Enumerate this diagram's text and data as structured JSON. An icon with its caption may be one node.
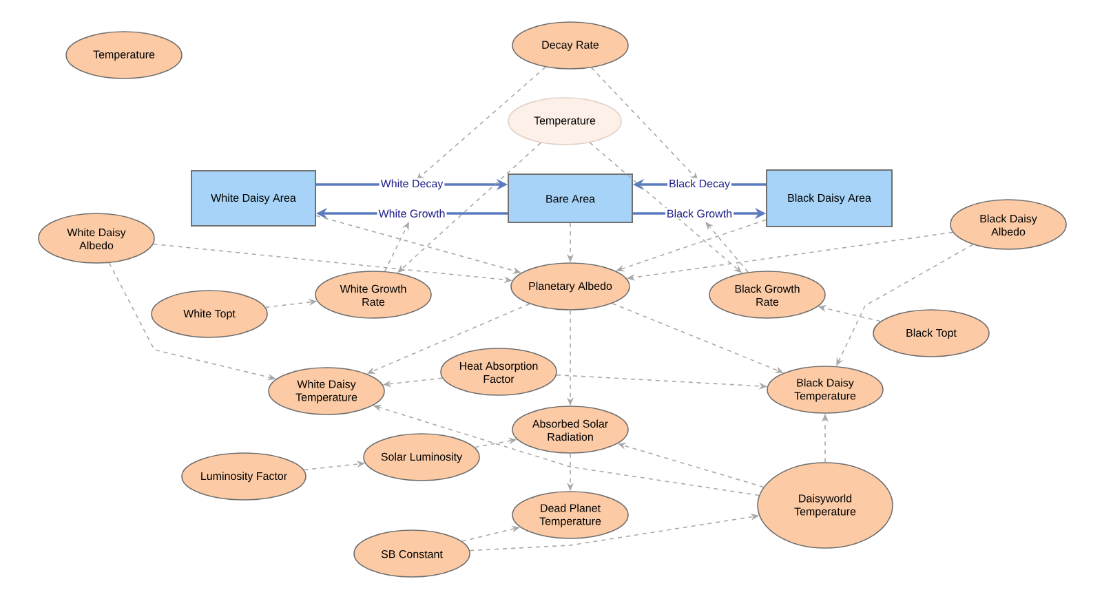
{
  "diagram": {
    "nodes": [
      {
        "text": [
          "Temperature"
        ]
      },
      {
        "text": [
          "Decay Rate"
        ]
      },
      {
        "text": [
          "Temperature"
        ]
      },
      {
        "text": [
          "White Daisy Area"
        ]
      },
      {
        "text": [
          "Bare Area"
        ]
      },
      {
        "text": [
          "Black Daisy Area"
        ]
      },
      {
        "text": [
          "White Daisy Albedo"
        ]
      },
      {
        "text": [
          "Black Daisy Albedo"
        ]
      },
      {
        "text": [
          "Planetary Albedo"
        ]
      },
      {
        "text": [
          "White Topt"
        ]
      },
      {
        "text": [
          "White Growth Rate"
        ]
      },
      {
        "text": [
          "Black Growth Rate"
        ]
      },
      {
        "text": [
          "Black Topt"
        ]
      },
      {
        "text": [
          "White Daisy Temperature"
        ]
      },
      {
        "text": [
          "Heat Absorption Factor"
        ]
      },
      {
        "text": [
          "Black Daisy Temperature"
        ]
      },
      {
        "text": [
          "Absorbed Solar Radiation"
        ]
      },
      {
        "text": [
          "Solar Luminosity"
        ]
      },
      {
        "text": [
          "Luminosity Factor"
        ]
      },
      {
        "text": [
          "Daisyworld Temperature"
        ]
      },
      {
        "text": [
          "Dead Planet Temperature"
        ]
      },
      {
        "text": [
          "SB Constant"
        ]
      }
    ],
    "edges": [
      {
        "from": 3,
        "to": 4,
        "arrow": "to",
        "label": "White Decay",
        "color": "#5b7bbf"
      },
      {
        "from": 4,
        "to": 3,
        "arrow": "to",
        "label": "White Growth",
        "color": "#5b7bbf"
      },
      {
        "from": 5,
        "to": 4,
        "arrow": "to",
        "label": "Black Decay",
        "color": "#5b7bbf"
      },
      {
        "from": 4,
        "to": 5,
        "arrow": "to",
        "label": "Black Growth",
        "color": "#5b7bbf"
      },
      {
        "from": 1,
        "to": null,
        "arrow": "to",
        "style": "dashed"
      },
      {
        "from": 1,
        "to": null,
        "arrow": "to",
        "style": "dashed"
      },
      {
        "from": 2,
        "to": 10,
        "arrow": "to",
        "style": "dashed"
      },
      {
        "from": 2,
        "to": 11,
        "arrow": "to",
        "style": "dashed"
      },
      {
        "from": 10,
        "to": null,
        "arrow": "to",
        "style": "dashed"
      },
      {
        "from": 11,
        "to": null,
        "arrow": "to",
        "style": "dashed"
      },
      {
        "from": 3,
        "to": 8,
        "arrow": "to",
        "style": "dashed"
      },
      {
        "from": 6,
        "to": 8,
        "arrow": "to",
        "style": "dashed"
      },
      {
        "from": 6,
        "to": 13,
        "arrow": "to",
        "style": "dashed"
      },
      {
        "from": 9,
        "to": 10,
        "arrow": "to",
        "style": "dashed"
      },
      {
        "from": 4,
        "to": 8,
        "arrow": "to",
        "style": "dashed"
      },
      {
        "from": 5,
        "to": 8,
        "arrow": "to",
        "style": "dashed"
      },
      {
        "from": 7,
        "to": 8,
        "arrow": "to",
        "style": "dashed"
      },
      {
        "from": 7,
        "to": 15,
        "arrow": "to",
        "style": "dashed"
      },
      {
        "from": 12,
        "to": 11,
        "arrow": "to",
        "style": "dashed"
      },
      {
        "from": 8,
        "to": 13,
        "arrow": "to",
        "style": "dashed"
      },
      {
        "from": 8,
        "to": 15,
        "arrow": "to",
        "style": "dashed"
      },
      {
        "from": 8,
        "to": 16,
        "arrow": "to",
        "style": "dashed"
      },
      {
        "from": 14,
        "to": 13,
        "arrow": "to",
        "style": "dashed"
      },
      {
        "from": 14,
        "to": 15,
        "arrow": "to",
        "style": "dashed"
      },
      {
        "from": 19,
        "to": 13,
        "arrow": "to",
        "style": "dashed"
      },
      {
        "from": 19,
        "to": 16,
        "arrow": "to",
        "style": "dashed"
      },
      {
        "from": 19,
        "to": 15,
        "arrow": "to",
        "style": "dashed"
      },
      {
        "from": 16,
        "to": 20,
        "arrow": "to",
        "style": "dashed"
      },
      {
        "from": 17,
        "to": 16,
        "arrow": "to",
        "style": "dashed"
      },
      {
        "from": 18,
        "to": 17,
        "arrow": "to",
        "style": "dashed"
      },
      {
        "from": 21,
        "to": 20,
        "arrow": "to",
        "style": "dashed"
      },
      {
        "from": 21,
        "to": 19,
        "arrow": "to",
        "style": "dashed"
      }
    ]
  }
}
